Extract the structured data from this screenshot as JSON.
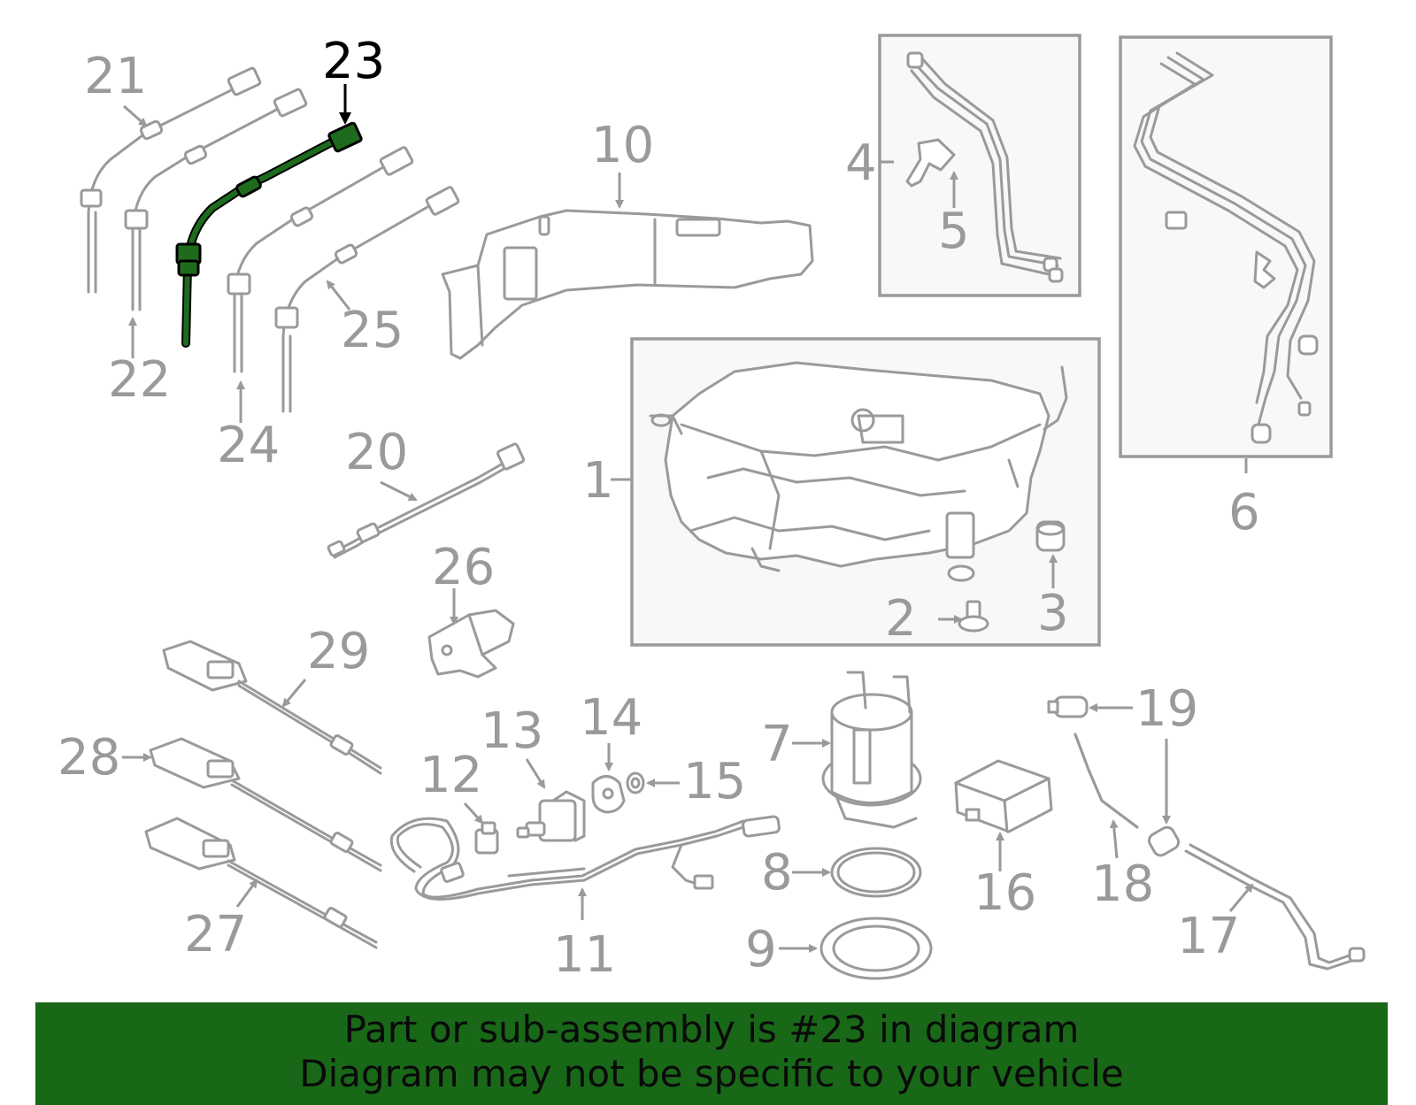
{
  "banner": {
    "line1": "Part or sub-assembly is #23 in diagram",
    "line2": "Diagram may not be specific to your vehicle",
    "color": "#186818"
  },
  "highlight_color": "#1e6b1e",
  "callouts": {
    "c1": "1",
    "c2": "2",
    "c3": "3",
    "c4": "4",
    "c5": "5",
    "c6": "6",
    "c7": "7",
    "c8": "8",
    "c9": "9",
    "c10": "10",
    "c11": "11",
    "c12": "12",
    "c13": "13",
    "c14": "14",
    "c15": "15",
    "c16": "16",
    "c17": "17",
    "c18": "18",
    "c19a": "19",
    "c20": "20",
    "c21": "21",
    "c22": "22",
    "c23": "23",
    "c24": "24",
    "c25": "25",
    "c26": "26",
    "c27": "27",
    "c28": "28",
    "c29": "29"
  }
}
